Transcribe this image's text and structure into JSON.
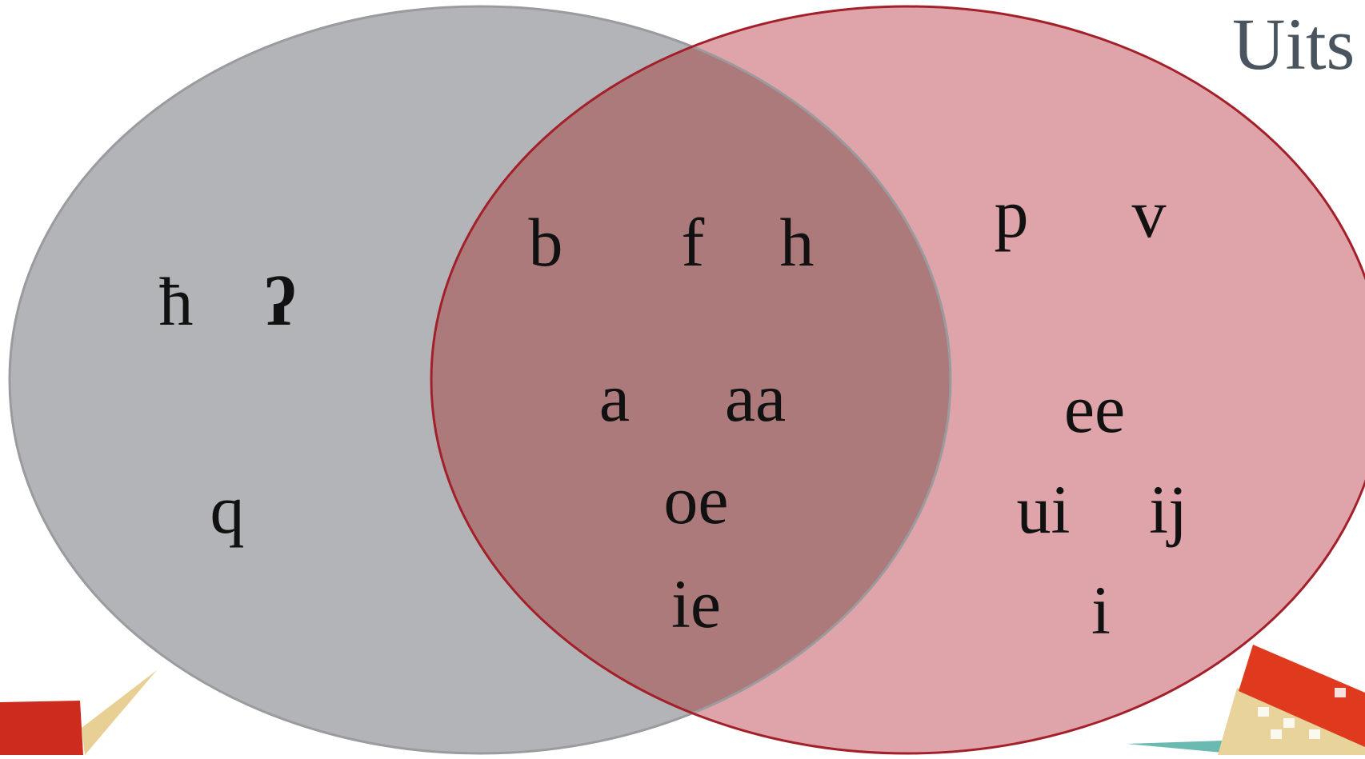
{
  "title": "Uits",
  "colors": {
    "left_fill": "#b3b4b7",
    "left_stroke": "#9a9b9e",
    "right_fill": "#c25a62",
    "right_stroke": "#a3202a",
    "overlap_tint": "#ad7a7c",
    "text": "#111111",
    "title_text": "#4a545e"
  },
  "venn": {
    "left_only": [
      "ħ",
      "ʔ",
      "q"
    ],
    "both": [
      "b",
      "f",
      "h",
      "a",
      "aa",
      "oe",
      "ie"
    ],
    "right_only": [
      "p",
      "v",
      "ee",
      "ui",
      "ij",
      "i"
    ]
  },
  "decorations": [
    {
      "name": "red-block-decoration",
      "color": "#cc2b1e"
    },
    {
      "name": "beige-wedge-decoration",
      "color": "#e8cf94"
    },
    {
      "name": "red-roof-decoration",
      "color": "#e03a1e"
    },
    {
      "name": "beige-tile-decoration",
      "color": "#e8d39a"
    },
    {
      "name": "teal-wedge-decoration",
      "color": "#6bbab2"
    }
  ]
}
